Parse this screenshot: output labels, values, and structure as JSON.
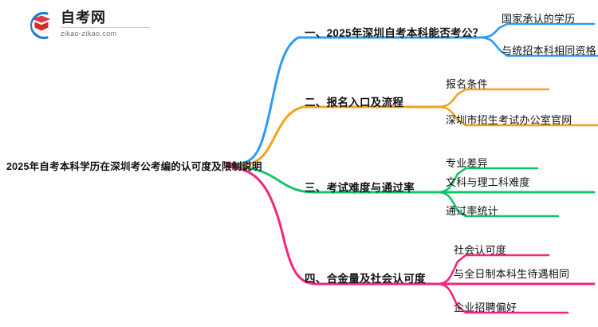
{
  "logo": {
    "name": "自考网",
    "domain": "zikao-zikao.com",
    "mark_icon": "graduation-cap-icon",
    "arc_color": "#1a7fd4",
    "cap_color": "#e03a3e"
  },
  "mindmap": {
    "root": {
      "label": "2025年自考本科学历在深圳考公考编的认可度及限制说明"
    },
    "branches": [
      {
        "label": "一、2025年深圳自考本科能否考公？",
        "color": "#2f9bf0",
        "children": [
          {
            "label": "国家承认的学历"
          },
          {
            "label": "与统招本科相同资格"
          }
        ]
      },
      {
        "label": "二、报名入口及流程",
        "color": "#f0a41e",
        "children": [
          {
            "label": "报名条件"
          },
          {
            "label": "深圳市招生考试办公室官网"
          }
        ]
      },
      {
        "label": "三、考试难度与通过率",
        "color": "#14c46a",
        "children": [
          {
            "label": "专业差异"
          },
          {
            "label": "文科与理工科难度"
          },
          {
            "label": "通过率统计"
          }
        ]
      },
      {
        "label": "四、合金量及社会认可度",
        "color": "#f4257f",
        "children": [
          {
            "label": "社会认可度"
          },
          {
            "label": "与全日制本科生待遇相同"
          },
          {
            "label": "企业招聘偏好"
          }
        ]
      }
    ]
  }
}
